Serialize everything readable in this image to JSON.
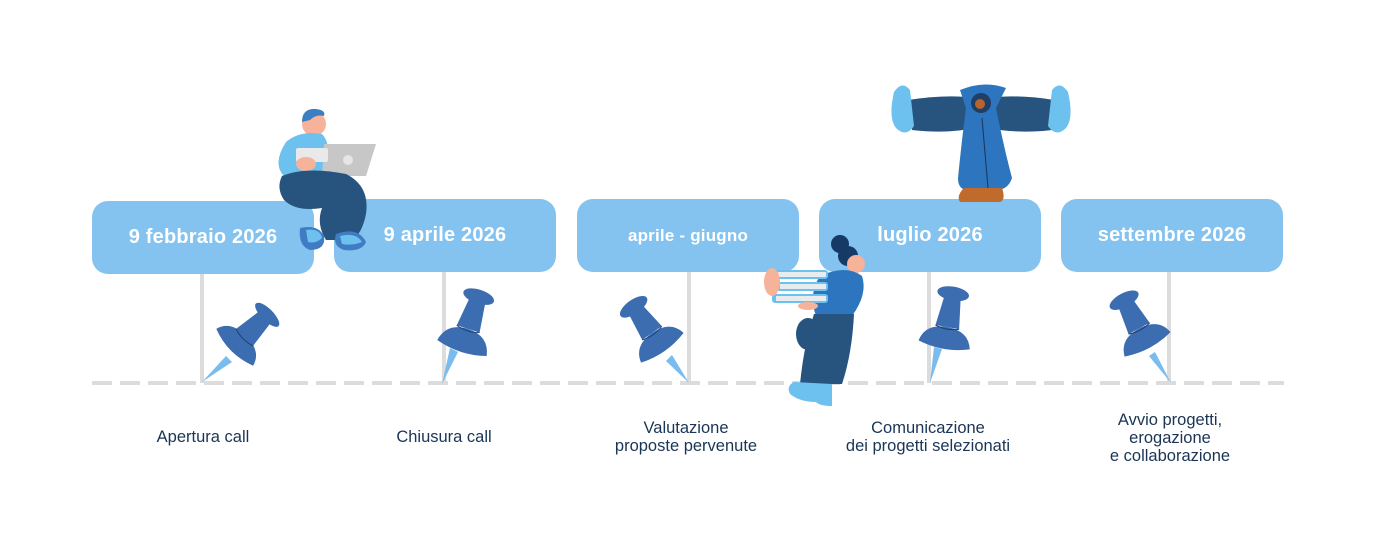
{
  "timeline": {
    "milestones": [
      {
        "date": "9 febbraio 2026",
        "label_lines": [
          "Apertura call"
        ]
      },
      {
        "date": "9 aprile 2026",
        "label_lines": [
          "Chiusura call"
        ]
      },
      {
        "date": "aprile - giugno",
        "label_lines": [
          "Valutazione",
          "proposte pervenute"
        ]
      },
      {
        "date": "luglio 2026",
        "label_lines": [
          "Comunicazione",
          "dei progetti selezionati"
        ]
      },
      {
        "date": "settembre 2026",
        "label_lines": [
          "Avvio progetti,",
          "erogazione",
          "e collaborazione"
        ]
      }
    ]
  },
  "colors": {
    "box": "#84c3ef",
    "pin": "#3b6db0",
    "pin_needle": "#7bbcee",
    "label_text": "#1a3555",
    "line": "#dcdcdc"
  },
  "icons": {
    "pin": "pushpin-icon",
    "illustration_1": "person-with-laptop",
    "illustration_2": "woman-carrying-books",
    "illustration_3": "person-in-robe-arms-out"
  }
}
